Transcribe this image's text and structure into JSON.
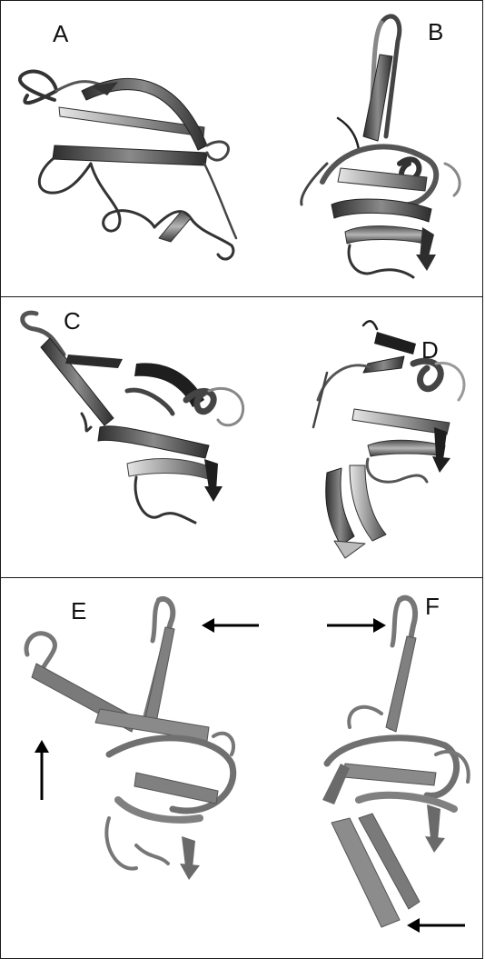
{
  "figure": {
    "labels": {
      "a": "A",
      "b": "B",
      "c": "C",
      "d": "D",
      "e": "E",
      "f": "F"
    },
    "colors": {
      "ribbon_dark": "#3a3a3a",
      "ribbon_mid": "#7a7a7a",
      "ribbon_light": "#cfcfcf",
      "ribbon_gray": "#808080",
      "border": "#1a1a1a"
    },
    "arrows": {
      "count": 4
    }
  }
}
